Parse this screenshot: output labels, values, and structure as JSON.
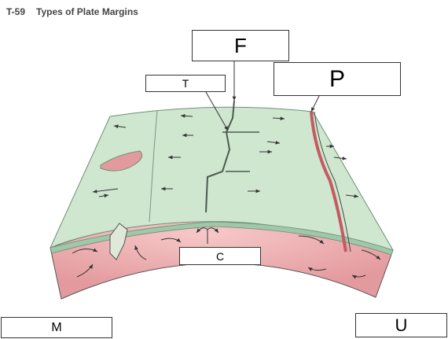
{
  "header": {
    "figure_number": "T-59",
    "title": "Types of Plate Margins"
  },
  "labels": {
    "f": "F",
    "t": "T",
    "p": "P",
    "c": "C",
    "m": "M",
    "u": "U"
  },
  "colors": {
    "plate": "#cfe6cf",
    "plate_edge": "#7fa48a",
    "mantle": "#e8a4a6",
    "mantle_light": "#f4c4c4",
    "outline": "#333333"
  }
}
